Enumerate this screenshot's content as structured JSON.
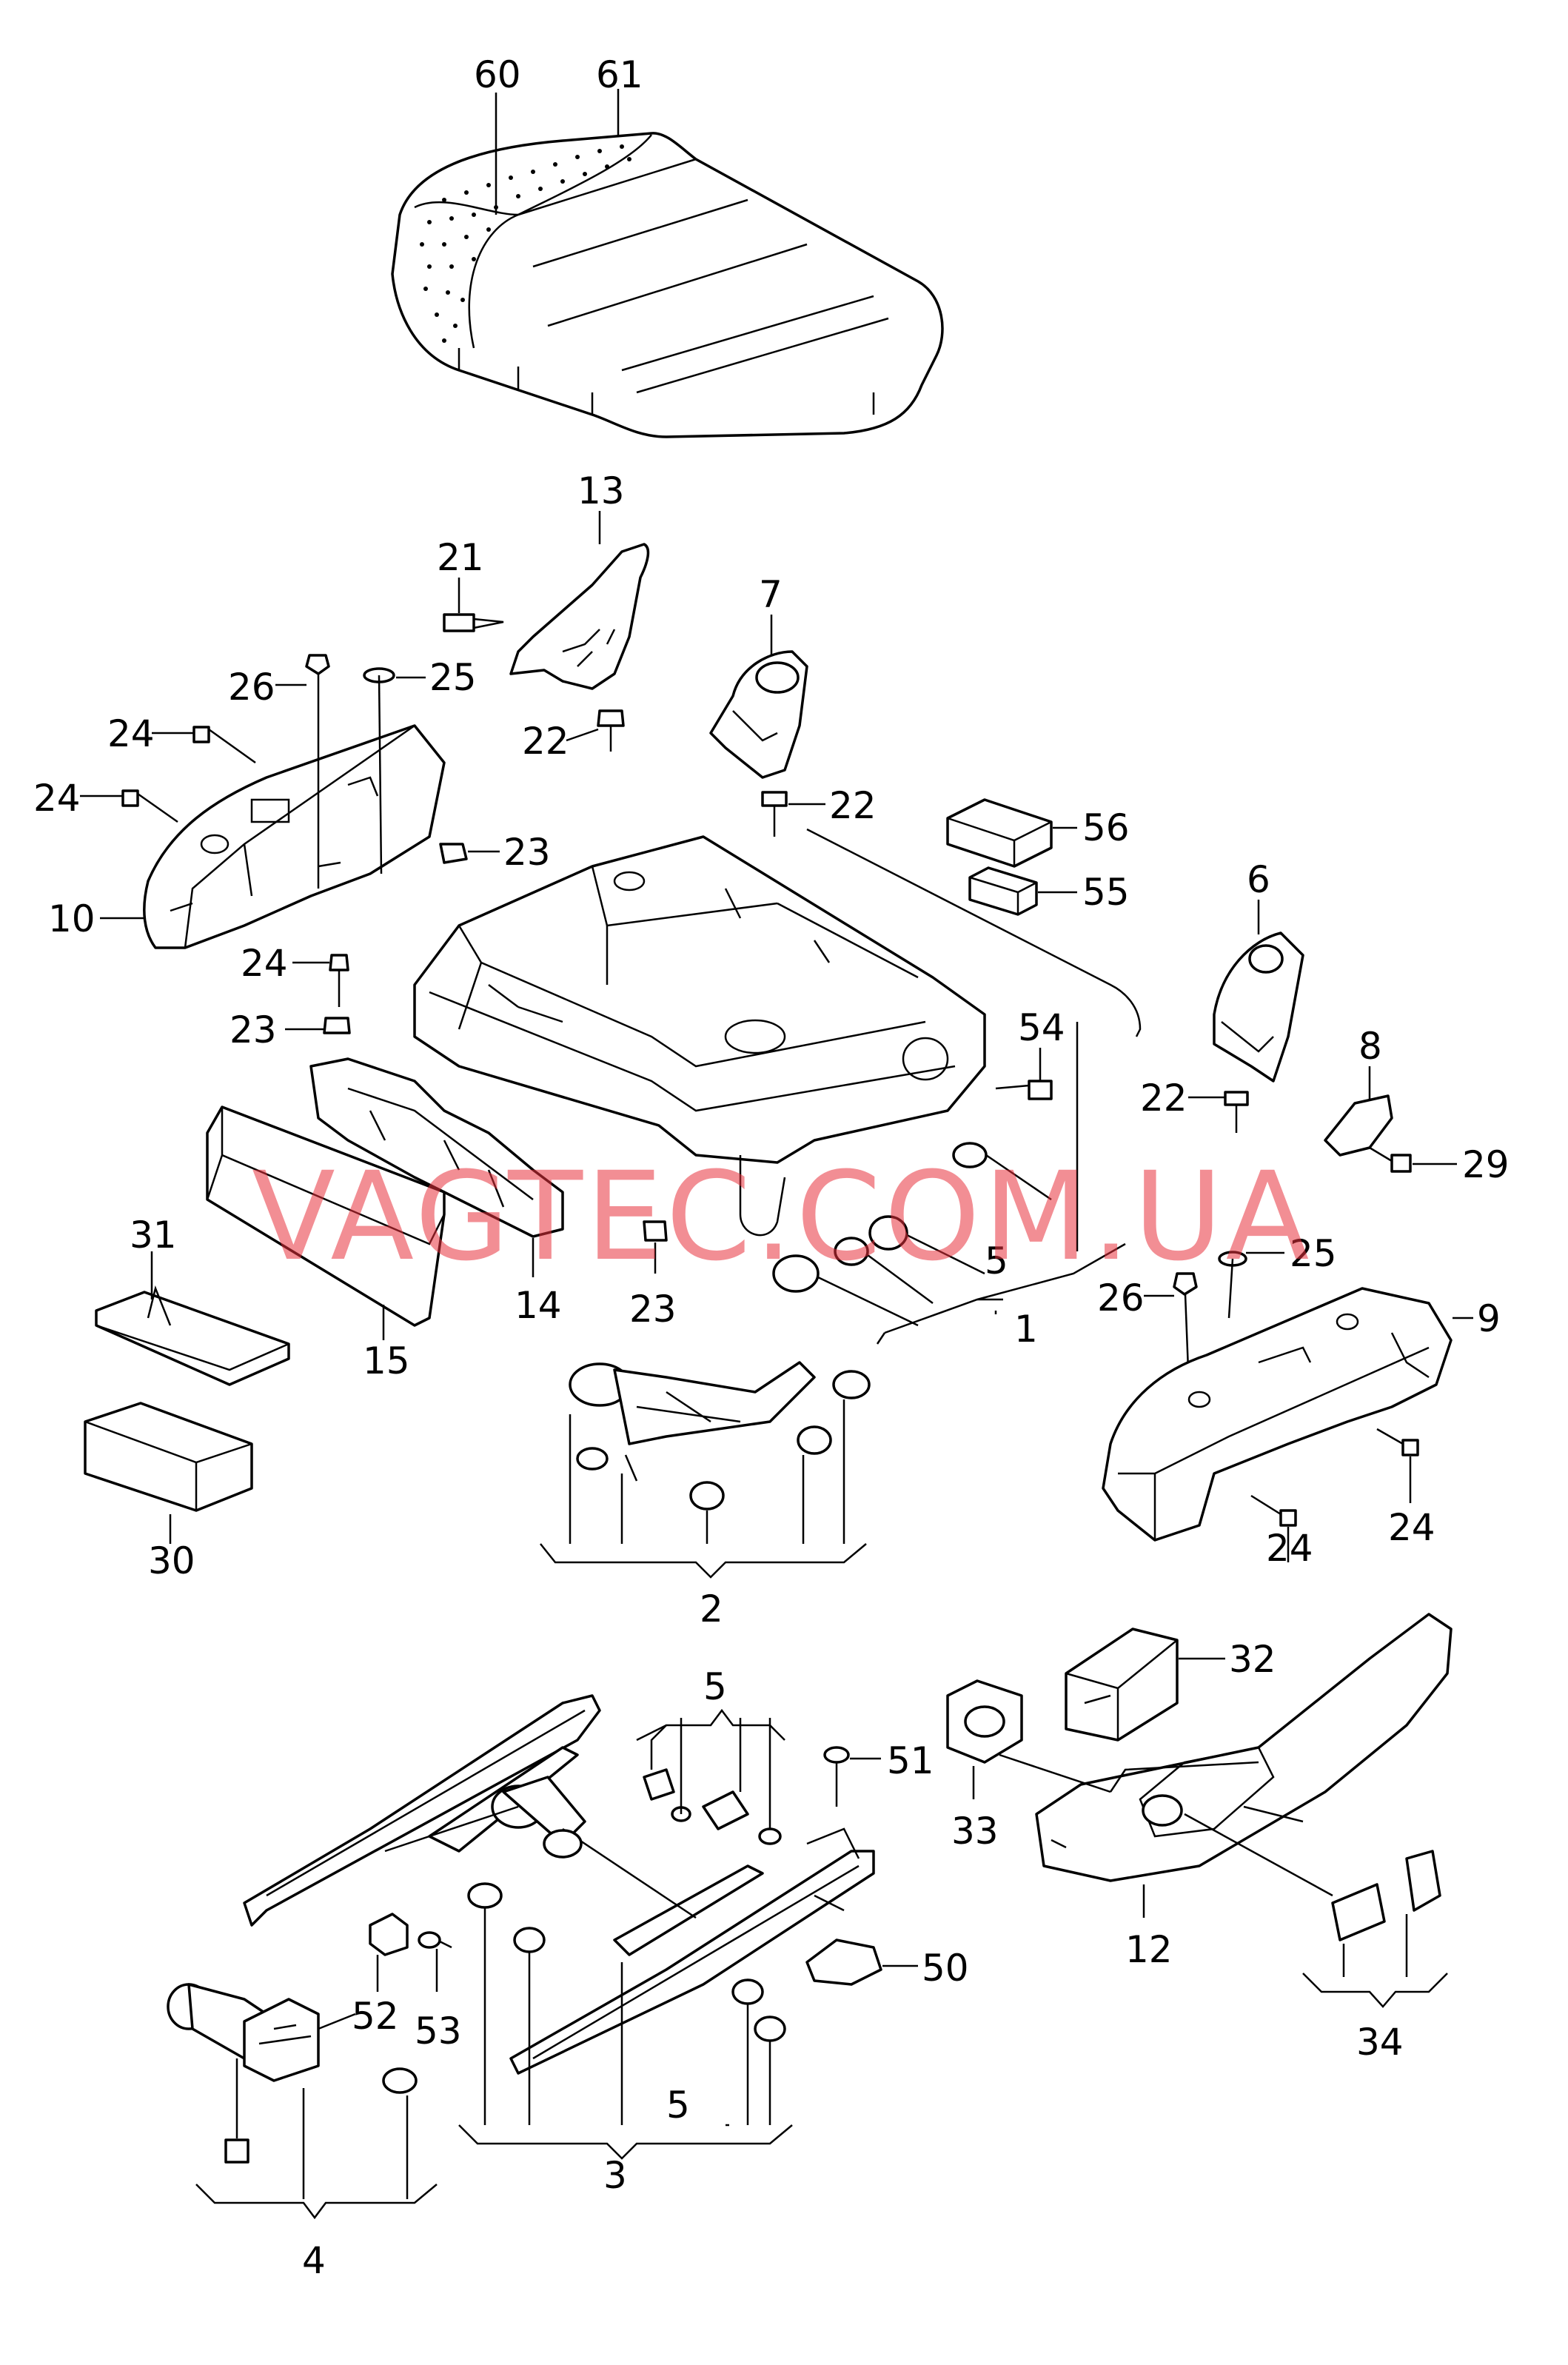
{
  "watermark": "VAGTEC.COM.UA",
  "labels": {
    "p60": "60",
    "p61": "61",
    "p13": "13",
    "p21": "21",
    "p26a": "26",
    "p25a": "25",
    "p22a": "22",
    "p7": "7",
    "p22b": "22",
    "p24a": "24",
    "p24b": "24",
    "p56": "56",
    "p55": "55",
    "p10": "10",
    "p23a": "23",
    "p6": "6",
    "p24c": "24",
    "p23b": "23",
    "p54": "54",
    "p8": "8",
    "p22c": "22",
    "p29": "29",
    "p5a": "5",
    "p25b": "25",
    "p31": "31",
    "p14": "14",
    "p23c": "23",
    "p1": "1",
    "p26b": "26",
    "p9": "9",
    "p15": "15",
    "p30": "30",
    "p24d": "24",
    "p24e": "24",
    "p2": "2",
    "p5b": "5",
    "p32": "32",
    "p51": "51",
    "p33": "33",
    "p50": "50",
    "p12": "12",
    "p52": "52",
    "p53": "53",
    "p5c": "5",
    "p34": "34",
    "p3": "3",
    "p4": "4"
  }
}
